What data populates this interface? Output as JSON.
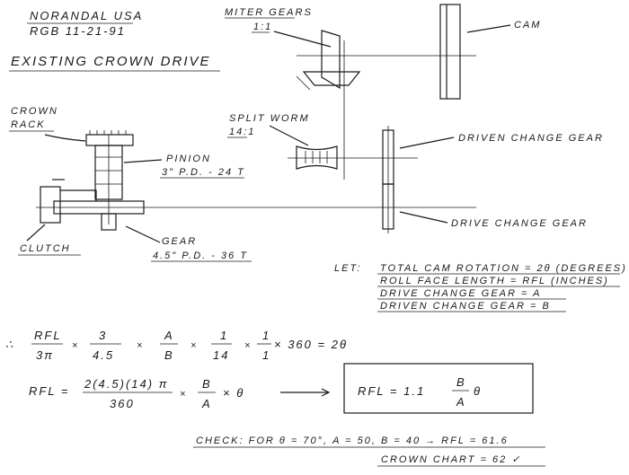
{
  "header": {
    "company": "NORANDAL USA",
    "author_date": "RGB 11-21-91",
    "title": "EXISTING CROWN DRIVE"
  },
  "labels": {
    "miter_gears": "MITER GEARS",
    "miter_ratio": "1:1",
    "cam": "CAM",
    "crown": "CROWN",
    "rack": "RACK",
    "split_worm": "SPLIT WORM",
    "worm_ratio": "14:1",
    "driven_change_gear": "DRIVEN CHANGE GEAR",
    "pinion": "PINION",
    "pinion_spec": "3\" P.D. - 24 T",
    "clutch": "CLUTCH",
    "gear": "GEAR",
    "gear_spec": "4.5\" P.D. - 36 T",
    "drive_change_gear": "DRIVE CHANGE GEAR"
  },
  "definitions": {
    "let": "LET:",
    "lines": [
      "TOTAL CAM ROTATION = 2θ (DEGREES)",
      "ROLL FACE LENGTH = RFL (INCHES)",
      "DRIVE CHANGE GEAR = A",
      "DRIVEN CHANGE GEAR = B"
    ]
  },
  "equation1": {
    "therefore": "∴",
    "f1_num": "RFL",
    "f1_den": "3π",
    "f2_num": "3",
    "f2_den": "4.5",
    "f3_num": "A",
    "f3_den": "B",
    "f4_num": "1",
    "f4_den": "14",
    "f5_num": "1",
    "f5_den": "1",
    "times": "×",
    "tail": "× 360 = 2θ"
  },
  "equation2": {
    "lhs": "RFL =",
    "num": "2(4.5)(14) π",
    "den": "360",
    "times": "×",
    "f_num": "B",
    "f_den": "A",
    "tail": "× θ"
  },
  "result": {
    "lhs": "RFL = 1.1",
    "num": "B",
    "den": "A",
    "tail": "θ"
  },
  "check": {
    "line1": "CHECK: FOR θ = 70°, A = 50, B = 40 → RFL = 61.6",
    "line2": "CROWN CHART = 62 ✓"
  }
}
